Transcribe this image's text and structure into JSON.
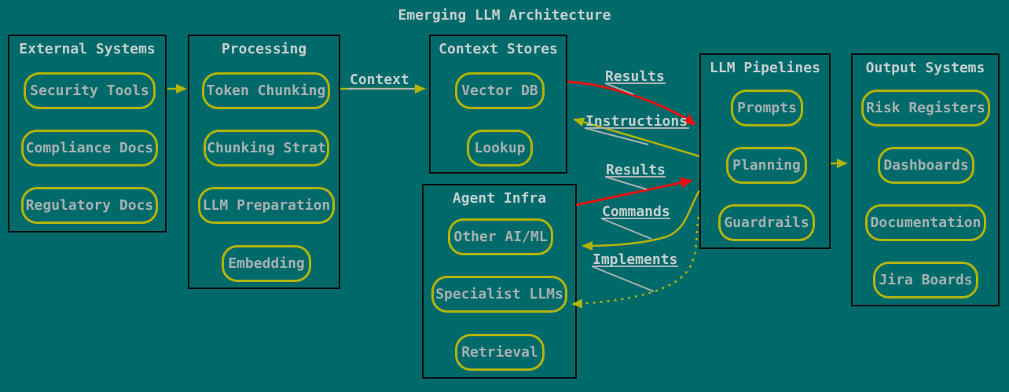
{
  "title": "Emerging LLM Architecture",
  "colors": {
    "background": "#006a6a",
    "cluster_border": "#0b0b0b",
    "node_border": "#b3b40a",
    "arrow_yellow": "#b3b40a",
    "arrow_red": "#e51212",
    "arrow_gray": "#a9b2b2",
    "title_text": "#c6cfcf",
    "node_text": "#a7b1b1"
  },
  "clusters": {
    "external_systems": {
      "title": "External Systems",
      "items": [
        "Security Tools",
        "Compliance Docs",
        "Regulatory Docs"
      ]
    },
    "processing": {
      "title": "Processing",
      "items": [
        "Token Chunking",
        "Chunking Strat",
        "LLM Preparation",
        "Embedding"
      ]
    },
    "context_stores": {
      "title": "Context Stores",
      "items": [
        "Vector DB",
        "Lookup"
      ]
    },
    "agent_infra": {
      "title": "Agent Infra",
      "items": [
        "Other AI/ML",
        "Specialist LLMs",
        "Retrieval"
      ]
    },
    "llm_pipelines": {
      "title": "LLM Pipelines",
      "items": [
        "Prompts",
        "Planning",
        "Guardrails"
      ]
    },
    "output_systems": {
      "title": "Output Systems",
      "items": [
        "Risk Registers",
        "Dashboards",
        "Documentation",
        "Jira Boards"
      ]
    }
  },
  "edges": {
    "external_to_processing": {
      "label": "",
      "from": "External Systems",
      "to": "Processing",
      "color": "yellow",
      "style": "solid"
    },
    "processing_to_context": {
      "label": "Context",
      "from": "Processing",
      "to": "Context Stores",
      "color": "yellow",
      "style": "solid"
    },
    "context_to_llm": {
      "label": "Results",
      "from": "Context Stores",
      "to": "LLM Pipelines",
      "color": "red",
      "style": "solid"
    },
    "llm_to_context": {
      "label": "Instructions",
      "from": "LLM Pipelines",
      "to": "Context Stores",
      "color": "yellow",
      "style": "solid"
    },
    "agent_to_llm": {
      "label": "Results",
      "from": "Agent Infra",
      "to": "LLM Pipelines",
      "color": "red",
      "style": "solid"
    },
    "llm_to_agent": {
      "label": "Commands",
      "from": "LLM Pipelines",
      "to": "Agent Infra",
      "color": "yellow",
      "style": "solid"
    },
    "llm_to_specialist": {
      "label": "Implements",
      "from": "LLM Pipelines",
      "to": "Specialist LLMs",
      "color": "yellow",
      "style": "dotted"
    },
    "llm_to_output": {
      "label": "",
      "from": "LLM Pipelines",
      "to": "Output Systems",
      "color": "yellow",
      "style": "solid"
    }
  }
}
